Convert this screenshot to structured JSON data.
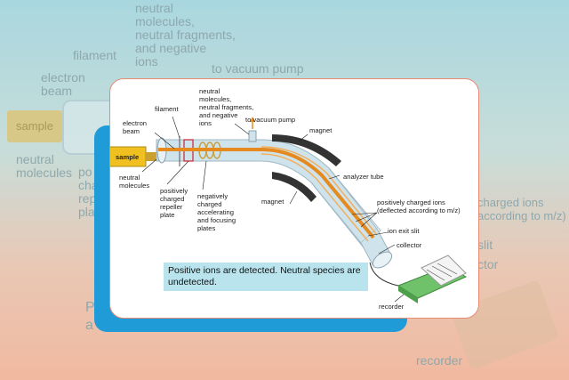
{
  "background": {
    "labels": {
      "neutral_molecules_top": "neutral\nmolecules,\nneutral fragments,\nand negative\nions",
      "to_vacuum_pump": "to vacuum pump",
      "filament": "filament",
      "electron_beam": "electron\nbeam",
      "sample": "sample",
      "neutral_molecules": "neutral\nmolecules",
      "po_fragment": "po\nchar\nrepe\nplat",
      "charged_ions_fragment": "charged ions\naccording to m/z)",
      "slit_fragment": "slit",
      "ctor_fragment": "ctor",
      "recorder": "recorder",
      "caption_fragment": "P\na"
    }
  },
  "diagram": {
    "labels": {
      "filament": "filament",
      "electron_beam": "electron\nbeam",
      "sample": "sample",
      "neutral_molecules_left": "neutral\nmolecules",
      "neutral_molecules_top": "neutral\nmolecules,\nneutral fragments,\nand negative\nions",
      "to_vacuum_pump": "to vacuum pump",
      "magnet_top": "magnet",
      "magnet_bottom": "magnet",
      "analyzer_tube": "analyzer tube",
      "repeller_plate": "positively\ncharged\nrepeller\nplate",
      "accelerating_plates": "negatively\ncharged\naccelerating\nand focusing\nplates",
      "positive_ions": "positively charged ions",
      "deflected": "(deflected according to m/z)",
      "ion_exit_slit": "ion exit slit",
      "collector": "collector",
      "recorder": "recorder"
    },
    "caption": "Positive ions are detected.  Neutral species are undetected."
  },
  "colors": {
    "card_border": "#e88a74",
    "blue_card": "#1f9bd8",
    "caption_bg": "#b9e4ee",
    "ion_beam": "#e48a1f",
    "tube": "#d6e6ee",
    "magnet": "#333333",
    "sample": "#f0c020"
  }
}
